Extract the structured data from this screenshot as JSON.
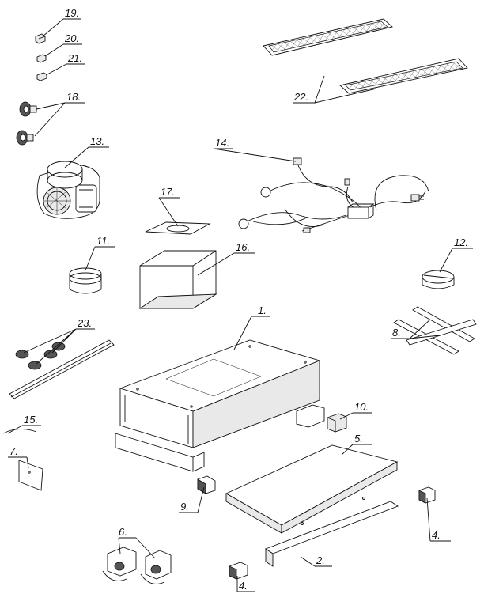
{
  "diagram": {
    "callouts": [
      {
        "id": "1",
        "text": "1."
      },
      {
        "id": "2",
        "text": "2."
      },
      {
        "id": "4a",
        "text": "4."
      },
      {
        "id": "4b",
        "text": "4."
      },
      {
        "id": "5",
        "text": "5."
      },
      {
        "id": "6",
        "text": "6."
      },
      {
        "id": "7",
        "text": "7."
      },
      {
        "id": "8",
        "text": "8."
      },
      {
        "id": "9",
        "text": "9."
      },
      {
        "id": "10",
        "text": "10."
      },
      {
        "id": "11",
        "text": "11."
      },
      {
        "id": "12",
        "text": "12."
      },
      {
        "id": "13",
        "text": "13."
      },
      {
        "id": "14",
        "text": "14."
      },
      {
        "id": "15",
        "text": "15."
      },
      {
        "id": "16",
        "text": "16."
      },
      {
        "id": "17",
        "text": "17."
      },
      {
        "id": "18",
        "text": "18."
      },
      {
        "id": "19",
        "text": "19."
      },
      {
        "id": "20",
        "text": "20."
      },
      {
        "id": "21",
        "text": "21."
      },
      {
        "id": "22",
        "text": "22."
      },
      {
        "id": "23",
        "text": "23."
      }
    ]
  }
}
